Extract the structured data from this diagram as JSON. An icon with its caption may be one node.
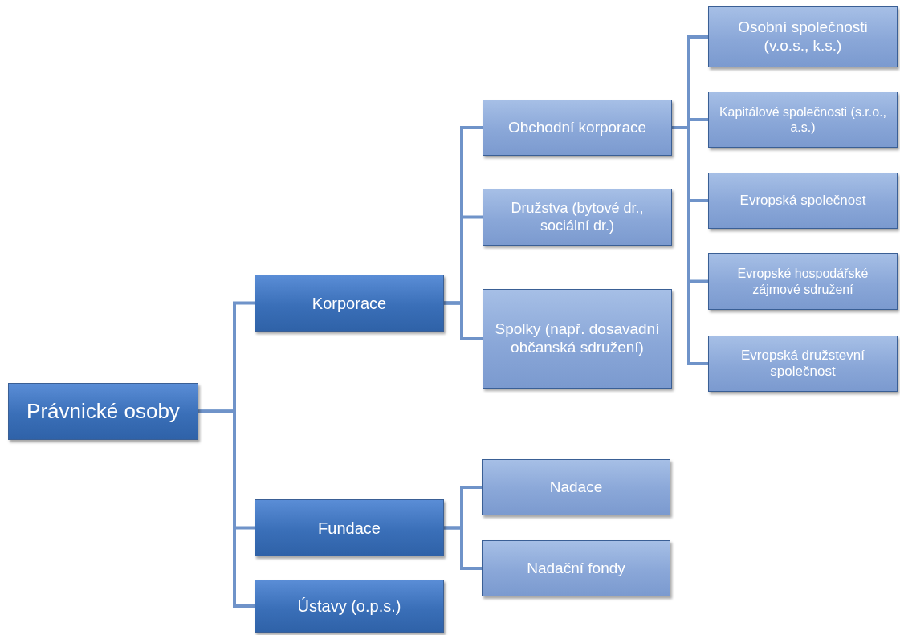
{
  "diagram": {
    "nodes": [
      {
        "text": [
          "Právnické osoby"
        ]
      },
      {
        "text": [
          "Korporace"
        ]
      },
      {
        "text": [
          "Obchodní korporace"
        ]
      },
      {
        "text": [
          "Osobní společnosti (v.o.s., k.s.)"
        ]
      },
      {
        "text": [
          "Kapitálové společnosti (s.r.o., a.s.)"
        ]
      },
      {
        "text": [
          "Evropská společnost"
        ]
      },
      {
        "text": [
          "Evropské hospodářské zájmové sdružení"
        ]
      },
      {
        "text": [
          "Evropská družstevní společnost"
        ]
      },
      {
        "text": [
          "Družstva (bytové dr., sociální dr.)"
        ]
      },
      {
        "text": [
          "Spolky (např. dosavadní občanská sdružení)"
        ]
      },
      {
        "text": [
          "Fundace"
        ]
      },
      {
        "text": [
          "Nadace"
        ]
      },
      {
        "text": [
          "Nadační fondy"
        ]
      },
      {
        "text": [
          "Ústavy (o.p.s.)"
        ]
      }
    ],
    "edges": [
      {
        "from": 0,
        "to": 1,
        "arrow": "none"
      },
      {
        "from": 0,
        "to": 10,
        "arrow": "none"
      },
      {
        "from": 0,
        "to": 13,
        "arrow": "none"
      },
      {
        "from": 1,
        "to": 2,
        "arrow": "none"
      },
      {
        "from": 1,
        "to": 8,
        "arrow": "none"
      },
      {
        "from": 1,
        "to": 9,
        "arrow": "none"
      },
      {
        "from": 2,
        "to": 3,
        "arrow": "none"
      },
      {
        "from": 2,
        "to": 4,
        "arrow": "none"
      },
      {
        "from": 2,
        "to": 5,
        "arrow": "none"
      },
      {
        "from": 2,
        "to": 6,
        "arrow": "none"
      },
      {
        "from": 2,
        "to": 7,
        "arrow": "none"
      },
      {
        "from": 10,
        "to": 11,
        "arrow": "none"
      },
      {
        "from": 10,
        "to": 12,
        "arrow": "none"
      }
    ]
  }
}
